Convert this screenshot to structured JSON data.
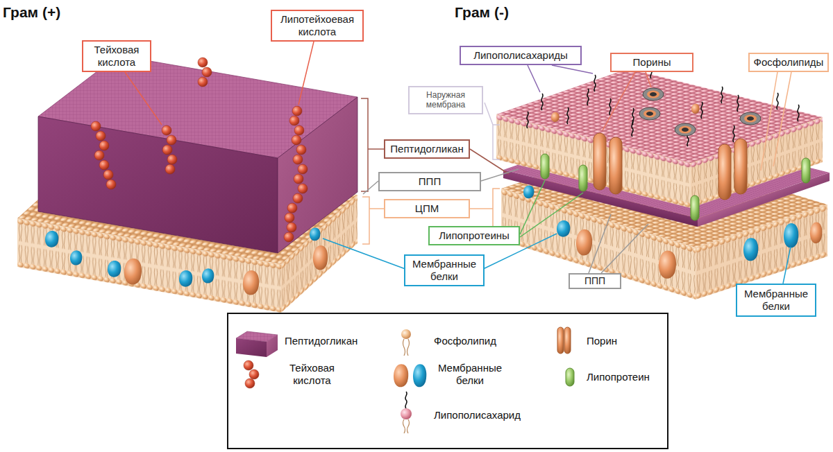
{
  "diagram": {
    "nodes": [
      {
        "text": [
          "Липотейхоевая кислота"
        ]
      },
      {
        "text": [
          "Тейховая кислота"
        ]
      },
      {
        "text": [
          "Липополисахариды"
        ]
      },
      {
        "text": [
          "Порины"
        ]
      },
      {
        "text": [
          "Фосфолипиды"
        ]
      },
      {
        "text": [
          "Наружная мембрана"
        ]
      },
      {
        "text": [
          "Пептидогликан"
        ]
      },
      {
        "text": [
          "ППП"
        ]
      },
      {
        "text": [
          "ЦПМ"
        ]
      },
      {
        "text": [
          "Липопротеины"
        ]
      },
      {
        "text": [
          "Мембранные белки"
        ]
      },
      {
        "text": [
          "ППП"
        ]
      },
      {
        "text": [
          "Мембранные белки"
        ]
      }
    ],
    "labels": [
      "Грам (+)",
      "Грам (-)"
    ],
    "legend": [
      {
        "text": "Пептидогликан"
      },
      {
        "text": "Фосфолипид"
      },
      {
        "text": "Порин"
      },
      {
        "text": "Тейховая кислота"
      },
      {
        "text": "Мембранные белки"
      },
      {
        "text": "Липопротеин"
      },
      {
        "text": "Липополисахарид"
      }
    ]
  }
}
